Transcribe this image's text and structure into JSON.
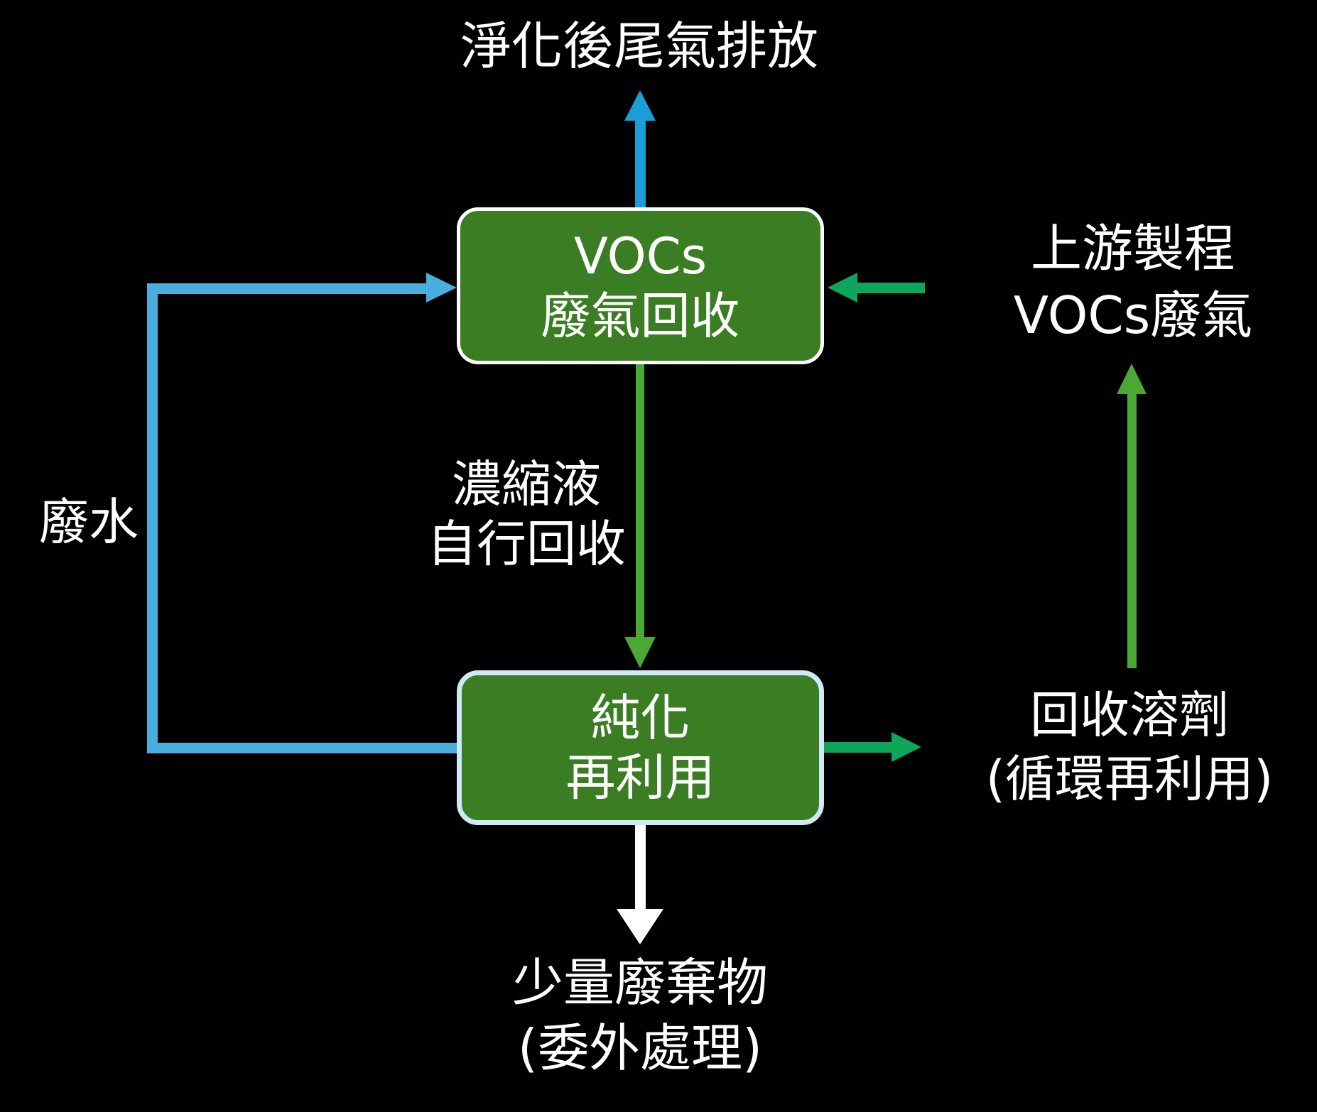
{
  "diagram": {
    "title_context": "VOCs waste gas recovery flow diagram",
    "nodes": {
      "vocs_recovery": {
        "line1": "VOCs",
        "line2": "廢氣回收"
      },
      "purification": {
        "line1": "純化",
        "line2": "再利用"
      }
    },
    "labels": {
      "clean_exhaust": "淨化後尾氣排放",
      "upstream_line1": "上游製程",
      "upstream_line2": "VOCs廢氣",
      "concentrate_line1": "濃縮液",
      "concentrate_line2": "自行回收",
      "wastewater": "廢水",
      "solvent_line1": "回收溶劑",
      "solvent_line2": "(循環再利用)",
      "waste_line1": "少量廢棄物",
      "waste_line2": "(委外處理)"
    },
    "edges": [
      {
        "from": "vocs_recovery",
        "to": "clean_exhaust",
        "direction": "up",
        "color_key": "blue_up"
      },
      {
        "from": "upstream",
        "to": "vocs_recovery",
        "direction": "left",
        "color_key": "emerald"
      },
      {
        "from": "vocs_recovery",
        "to": "purification",
        "direction": "down",
        "label": "濃縮液 自行回收",
        "color_key": "leaf"
      },
      {
        "from": "purification",
        "to": "vocs_recovery",
        "direction": "left-up-right loop",
        "label": "廢水",
        "color_key": "blue_loop"
      },
      {
        "from": "purification",
        "to": "solvent",
        "direction": "right",
        "color_key": "emerald"
      },
      {
        "from": "solvent",
        "to": "upstream",
        "direction": "up",
        "color_key": "leaf"
      },
      {
        "from": "purification",
        "to": "waste",
        "direction": "down",
        "color_key": "white_arrow"
      }
    ],
    "colors": {
      "background": "#000000",
      "text": "#ffffff",
      "box_green": "#3a7d23",
      "box1_border": "#ffffff",
      "box2_border": "#cfe9f5",
      "blue_up": "#1b9ed8",
      "blue_loop": "#47aedd",
      "emerald": "#0ca75a",
      "leaf": "#4aa933",
      "white_arrow": "#ffffff"
    }
  }
}
